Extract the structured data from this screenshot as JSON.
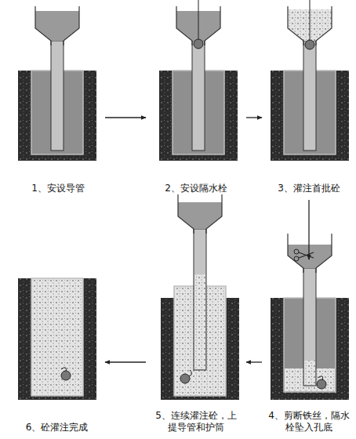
{
  "diagram": {
    "nodes": [
      {
        "text": [
          "1、安设导管"
        ]
      },
      {
        "text": [
          "2、安设隔水栓"
        ]
      },
      {
        "text": [
          "3、灌注首批砼"
        ]
      },
      {
        "text": [
          "4、剪断铁丝，隔水栓坠入孔底"
        ]
      },
      {
        "text": [
          "5、连续灌注砼，上提导管和护筒"
        ]
      },
      {
        "text": [
          "6、砼灌注完成"
        ]
      }
    ],
    "edges": [
      {
        "from": 0,
        "to": 1,
        "arrow": "to"
      },
      {
        "from": 1,
        "to": 2,
        "arrow": "to"
      },
      {
        "from": 2,
        "to": 3,
        "arrow": "to"
      },
      {
        "from": 3,
        "to": 4,
        "arrow": "to"
      },
      {
        "from": 4,
        "to": 5,
        "arrow": "to"
      }
    ]
  }
}
